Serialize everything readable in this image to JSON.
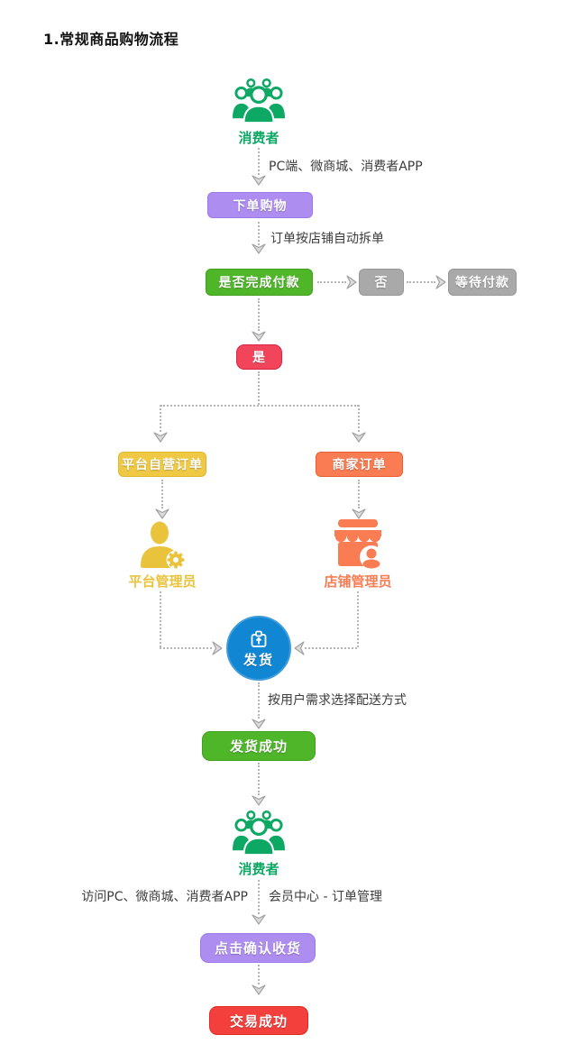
{
  "title": "1.常规商品购物流程",
  "colors": {
    "consumer_green": "#0ea865",
    "node_purple": "#ae8df1",
    "node_green": "#4fb62a",
    "node_gray": "#a9a9a9",
    "node_pink_red": "#f2455c",
    "node_yellow": "#efc944",
    "node_orange": "#f97c53",
    "node_blue": "#1187d4",
    "node_red": "#f4403c",
    "connector_gray": "#b5b5b5",
    "annotation_text": "#3c3c3c"
  },
  "flow": {
    "consumer_top": {
      "icon": "people-group-icon",
      "label": "消费者"
    },
    "edges": {
      "to_place_order": "PC端、微商城、消费者APP",
      "to_payment_check": "订单按店铺自动拆单",
      "to_ship_success": "按用户需求选择配送方式",
      "to_confirm_left": "访问PC、微商城、消费者APP",
      "to_confirm_right": "会员中心 - 订单管理"
    },
    "nodes": {
      "place_order": {
        "label": "下单购物",
        "fill": "#ae8df1"
      },
      "payment_check": {
        "label": "是否完成付款",
        "fill": "#4fb62a"
      },
      "no": {
        "label": "否",
        "fill": "#a9a9a9"
      },
      "wait_payment": {
        "label": "等待付款",
        "fill": "#a9a9a9"
      },
      "yes": {
        "label": "是",
        "fill": "#f2455c"
      },
      "platform_order": {
        "label": "平台自营订单",
        "fill": "#efc944"
      },
      "merchant_order": {
        "label": "商家订单",
        "fill": "#f97c53"
      },
      "ship": {
        "label": "发货",
        "fill": "#1187d4",
        "icon": "package-icon"
      },
      "ship_success": {
        "label": "发货成功",
        "fill": "#4fb62a"
      },
      "confirm_receipt": {
        "label": "点击确认收货",
        "fill": "#ae8df1"
      },
      "deal_success": {
        "label": "交易成功",
        "fill": "#f4403c"
      }
    },
    "actors": {
      "platform_admin": {
        "icon": "person-gear-icon",
        "label": "平台管理员",
        "color": "#eac33d"
      },
      "shop_admin": {
        "icon": "store-icon",
        "label": "店铺管理员",
        "color": "#f97c53"
      },
      "consumer_bottom": {
        "icon": "people-group-icon",
        "label": "消费者",
        "color": "#0ea865"
      }
    }
  }
}
